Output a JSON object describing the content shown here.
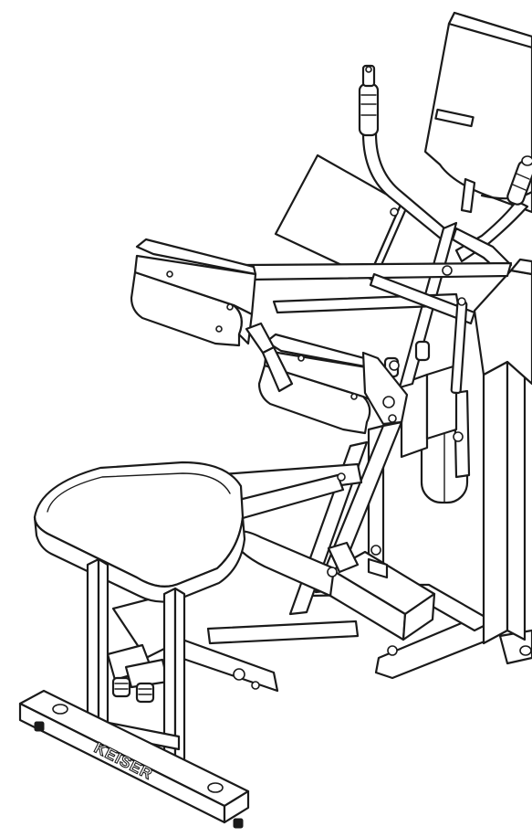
{
  "brand_label": "KEISER",
  "colors": {
    "line": "#1a1a1a",
    "fill": "#ffffff"
  },
  "parts": [
    "display-console",
    "handlebar-left",
    "handlebar-right",
    "knee-pad-board",
    "thigh-pad-upper",
    "thigh-pad-lower",
    "seat",
    "foot-platform",
    "air-cylinder",
    "front-upright",
    "base-frame",
    "rear-base-foot",
    "adjustment-knobs"
  ]
}
